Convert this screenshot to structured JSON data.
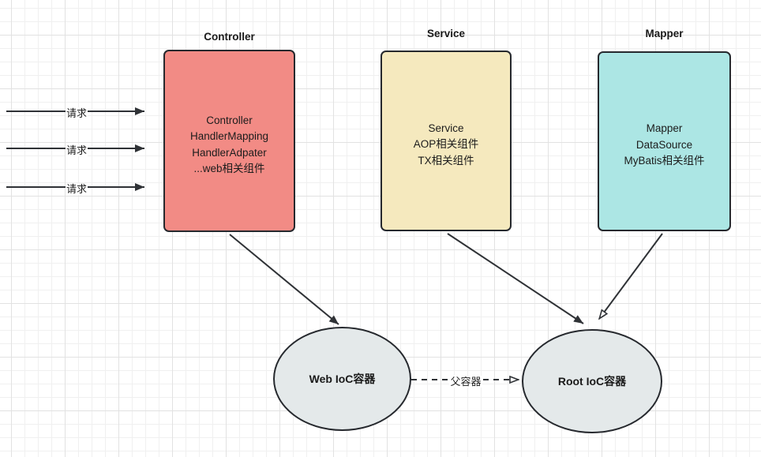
{
  "boxes": [
    {
      "title": "Controller",
      "lines": [
        "Controller",
        "HandlerMapping",
        "HandlerAdpater",
        "...web相关组件"
      ],
      "fill": "#F28B85"
    },
    {
      "title": "Service",
      "lines": [
        "Service",
        "AOP相关组件",
        "TX相关组件"
      ],
      "fill": "#F5E9BE"
    },
    {
      "title": "Mapper",
      "lines": [
        "Mapper",
        "DataSource",
        "MyBatis相关组件"
      ],
      "fill": "#ACE6E4"
    }
  ],
  "request_arrows": [
    {
      "label": "请求"
    },
    {
      "label": "请求"
    },
    {
      "label": "请求"
    }
  ],
  "containers": [
    {
      "label": "Web IoC容器",
      "fill": "#E4E9EA"
    },
    {
      "label": "Root IoC容器",
      "fill": "#E4E9EA"
    }
  ],
  "edges": {
    "parent_label": "父容器"
  },
  "colors": {
    "stroke": "#2f3236",
    "controller_fill": "#F28B85",
    "service_fill": "#F5E9BE",
    "mapper_fill": "#ACE6E4",
    "container_fill": "#E4E9EA",
    "grid_minor": "#F0F0F0",
    "grid_major": "#E2E2E2"
  }
}
